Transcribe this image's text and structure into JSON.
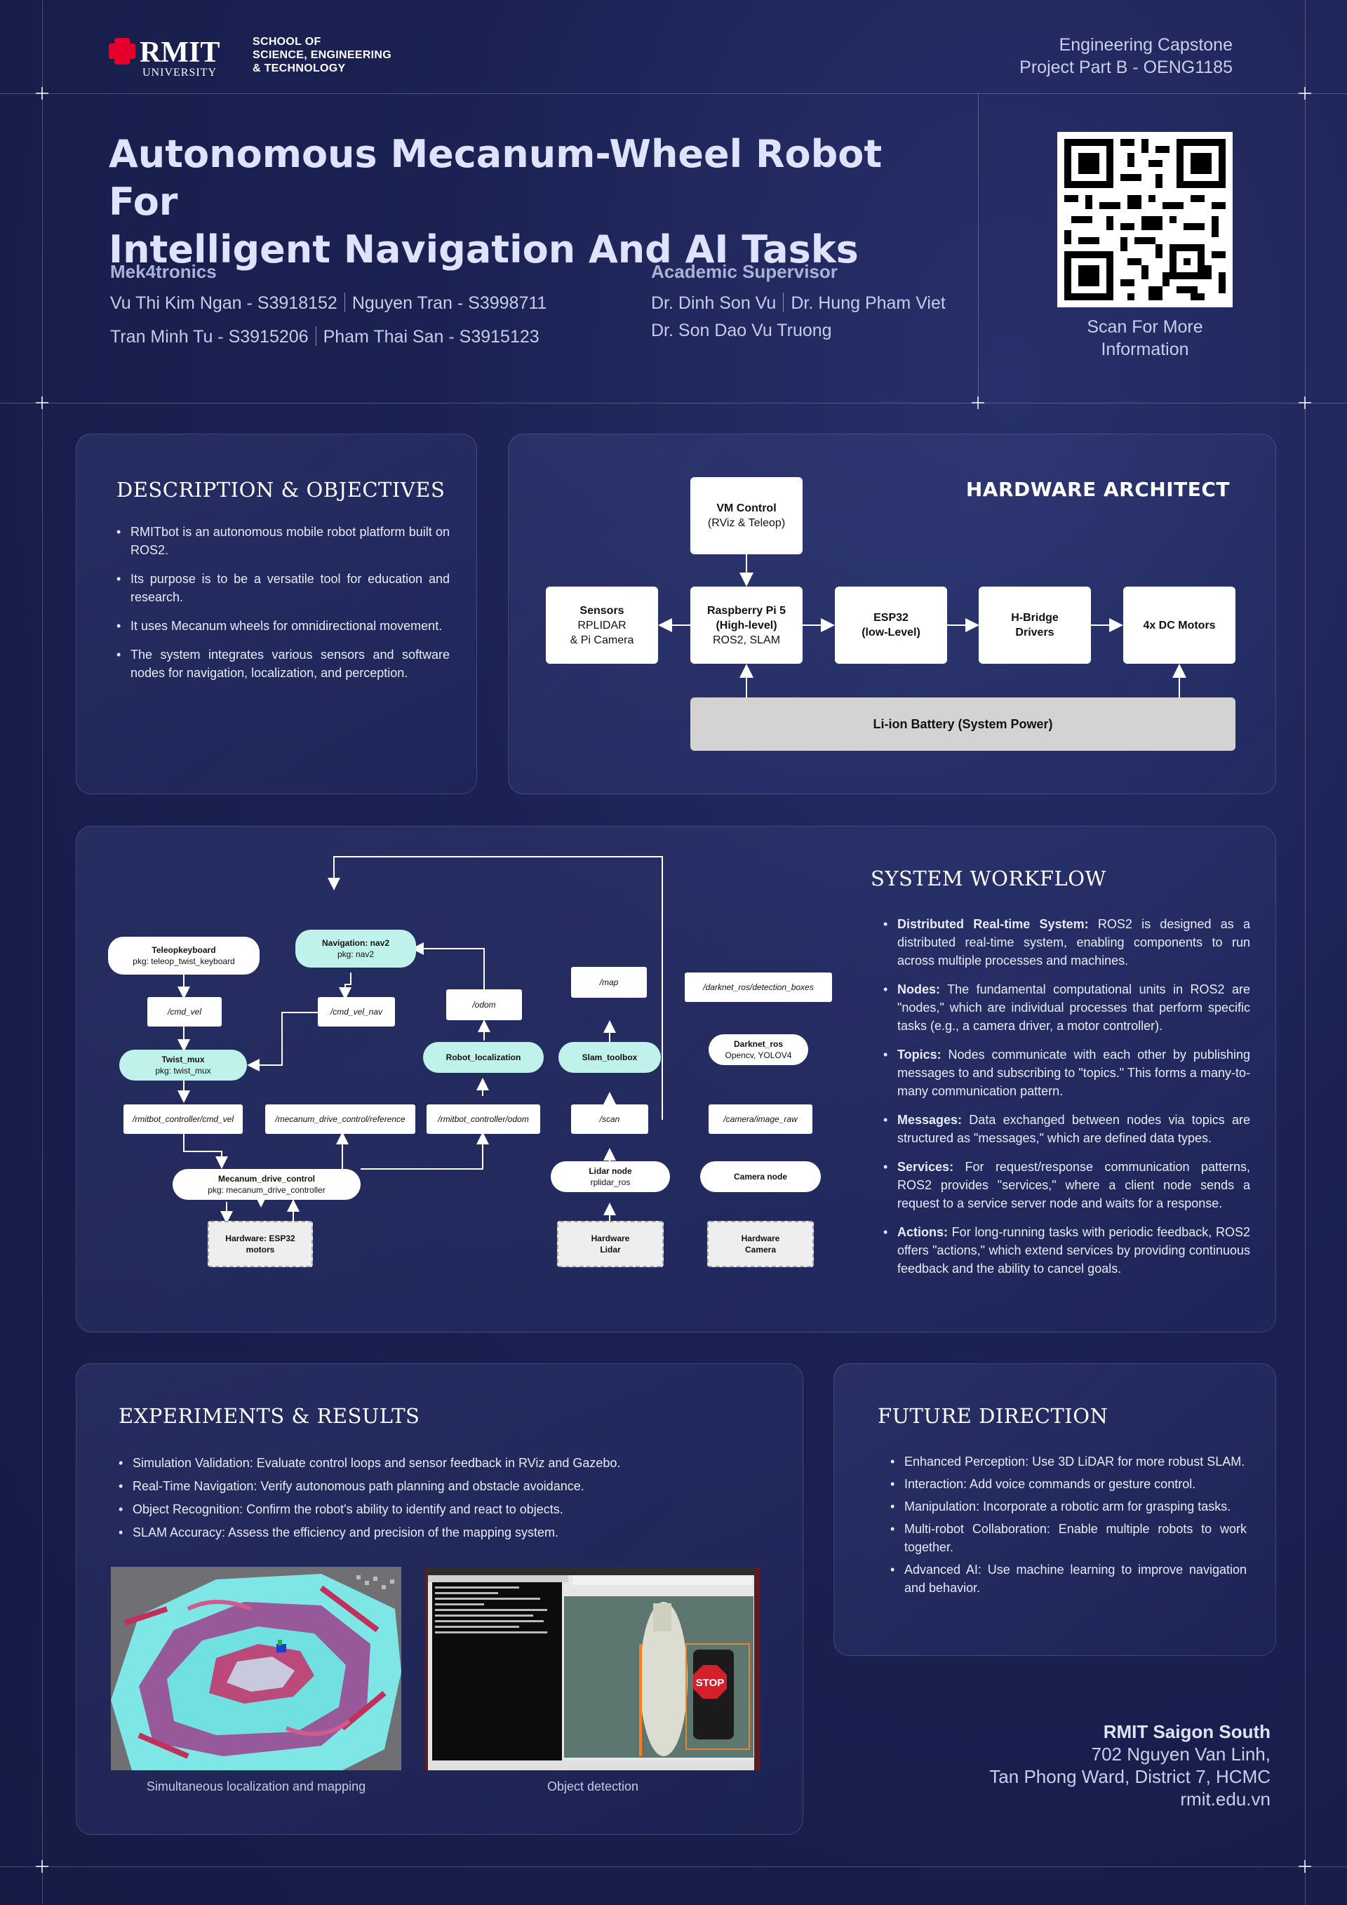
{
  "header": {
    "university": "RMIT",
    "university_sub": "UNIVERSITY",
    "school_lines": [
      "SCHOOL OF",
      "SCIENCE, ENGINEERING",
      "& TECHNOLOGY"
    ],
    "course_line1": "Engineering Capstone",
    "course_line2": "Project Part B - OENG1185",
    "title_line1": "Autonomous Mecanum-Wheel Robot For",
    "title_line2": "Intelligent Navigation And AI Tasks",
    "team_heading": "Mek4tronics",
    "team_row1": [
      "Vu Thi Kim Ngan - S3918152",
      "Nguyen Tran - S3998711"
    ],
    "team_row2": [
      "Tran Minh Tu - S3915206",
      "Pham Thai San - S3915123"
    ],
    "supervisor_heading": "Academic Supervisor",
    "supervisor_row1": [
      "Dr. Dinh Son Vu",
      "Dr. Hung Pham Viet"
    ],
    "supervisor_row2": "Dr. Son Dao Vu Truong",
    "qr_caption_line1": "Scan For More",
    "qr_caption_line2": "Information"
  },
  "description": {
    "heading": "DESCRIPTION & OBJECTIVES",
    "items": [
      "RMITbot is an autonomous mobile robot platform built on ROS2.",
      "Its purpose is to be a versatile tool for education and research.",
      "It uses Mecanum wheels for omnidirectional movement.",
      "The system integrates various sensors and software nodes for navigation, localization, and perception."
    ]
  },
  "hardware": {
    "heading": "HARDWARE ARCHITECT",
    "vm": {
      "title": "VM Control",
      "sub": "(RViz & Teleop)"
    },
    "sensors": {
      "title": "Sensors",
      "sub1": "RPLIDAR",
      "sub2": "& Pi Camera"
    },
    "pi": {
      "title1": "Raspberry Pi 5",
      "title2": "(High-level)",
      "sub": "ROS2, SLAM"
    },
    "esp": {
      "title1": "ESP32",
      "title2": "(low-Level)"
    },
    "hbridge": {
      "title1": "H-Bridge",
      "title2": "Drivers"
    },
    "motors": {
      "title": "4x DC Motors"
    },
    "battery": "Li-ion Battery (System Power)"
  },
  "workflow_diagram": {
    "teleop": {
      "title": "Teleopkeyboard",
      "pkg": "pkg: teleop_twist_keyboard"
    },
    "nav2": {
      "title": "Navigation: nav2",
      "pkg": "pkg: nav2"
    },
    "cmd_vel": "/cmd_vel",
    "cmd_vel_nav": "/cmd_vel_nav",
    "odom": "/odom",
    "map": "/map",
    "detection_boxes": "/darknet_ros/detection_boxes",
    "twist_mux": {
      "title": "Twist_mux",
      "pkg": "pkg: twist_mux"
    },
    "robot_localization": "Robot_localization",
    "slam_toolbox": "Slam_toolbox",
    "darknet": {
      "title": "Darknet_ros",
      "pkg": "Opencv, YOLOV4"
    },
    "rmitbot_cmd_vel": "/rmitbot_controller/cmd_vel",
    "mecanum_reference": "/mecanum_drive_control/reference",
    "rmitbot_odom": "/rmitbot_controller/odom",
    "scan": "/scan",
    "camera_image_raw": "/camera/image_raw",
    "lidar_node": {
      "title": "Lidar node",
      "pkg": "rplidar_ros"
    },
    "camera_node": "Camera node",
    "mecanum_control": {
      "title": "Mecanum_drive_control",
      "pkg": "pkg: mecanum_drive_controller"
    },
    "hw_esp32": {
      "line1": "Hardware: ESP32",
      "line2": "motors"
    },
    "hw_lidar": {
      "line1": "Hardware",
      "line2": "Lidar"
    },
    "hw_camera": {
      "line1": "Hardware",
      "line2": "Camera"
    }
  },
  "workflow": {
    "heading": "SYSTEM WORKFLOW",
    "items": [
      {
        "term": "Distributed Real-time System:",
        "text": " ROS2 is designed as a distributed real-time system, enabling components to run across multiple processes and machines."
      },
      {
        "term": "Nodes:",
        "text": " The fundamental computational units in ROS2 are \"nodes,\" which are individual processes that perform specific tasks (e.g., a camera driver, a motor controller)."
      },
      {
        "term": "Topics:",
        "text": " Nodes communicate with each other by publishing messages to and subscribing to \"topics.\" This forms a many-to-many communication pattern."
      },
      {
        "term": "Messages:",
        "text": " Data exchanged between nodes via topics are structured as \"messages,\" which are defined data types."
      },
      {
        "term": "Services:",
        "text": " For request/response communication patterns, ROS2 provides \"services,\" where a client node sends a request to a service server node and waits for a response."
      },
      {
        "term": "Actions:",
        "text": " For long-running tasks with periodic feedback, ROS2 offers \"actions,\" which extend services by providing continuous feedback and the ability to cancel goals."
      }
    ]
  },
  "experiments": {
    "heading": "EXPERIMENTS & RESULTS",
    "items": [
      "Simulation Validation: Evaluate control loops and sensor feedback in RViz and Gazebo.",
      "Real-Time Navigation: Verify autonomous path planning and obstacle avoidance.",
      "Object Recognition: Confirm the robot's ability to identify and react to objects.",
      "SLAM Accuracy: Assess the efficiency and precision of the mapping system."
    ],
    "caption_slam": "Simultaneous localization and mapping",
    "caption_detect": "Object detection",
    "stop_sign_text": "STOP"
  },
  "future": {
    "heading": "FUTURE DIRECTION",
    "items": [
      "Enhanced Perception: Use 3D LiDAR for more robust SLAM.",
      "Interaction: Add voice commands or gesture control.",
      "Manipulation: Incorporate a robotic arm for grasping tasks.",
      "Multi-robot Collaboration: Enable multiple robots to work together.",
      "Advanced AI: Use machine learning to improve navigation and behavior."
    ]
  },
  "address": {
    "name": "RMIT Saigon South",
    "line1": "702 Nguyen Van Linh,",
    "line2": "Tan Phong Ward, District 7, HCMC",
    "web": "rmit.edu.vn"
  },
  "colors": {
    "background": "#1b2253",
    "node_teal": "#bff2ea",
    "rmit_red": "#e4002b",
    "title": "#dfe3ff"
  }
}
